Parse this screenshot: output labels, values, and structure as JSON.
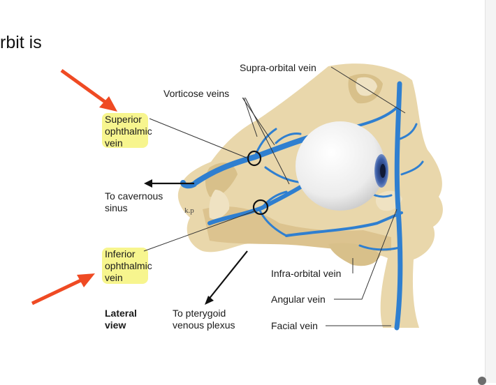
{
  "slide": {
    "text_fragment": "rbit is"
  },
  "figure": {
    "labels": {
      "supraorbital": "Supra-orbital vein",
      "vorticose": "Vorticose veins",
      "superior_line1": "Superior",
      "superior_line2": "ophthalmic",
      "superior_line3": "vein",
      "cavernous_line1": "To cavernous",
      "cavernous_line2": "sinus",
      "inferior_line1": "Inferior",
      "inferior_line2": "ophthalmic",
      "inferior_line3": "vein",
      "lateral_line1": "Lateral",
      "lateral_line2": "view",
      "pterygoid_line1": "To pterygoid",
      "pterygoid_line2": "venous plexus",
      "infraorbital": "Infra-orbital vein",
      "angular": "Angular vein",
      "facial": "Facial vein",
      "artist_mark": "k.p"
    },
    "colors": {
      "bone": "#e9d7ab",
      "bone_dark": "#d8c08a",
      "vein": "#2f7fd0",
      "highlight": "#f6f37a",
      "annotation_arrow": "#ef4a23",
      "eyeball": "#f2f2f2",
      "iris": "#3d5fa8"
    }
  }
}
